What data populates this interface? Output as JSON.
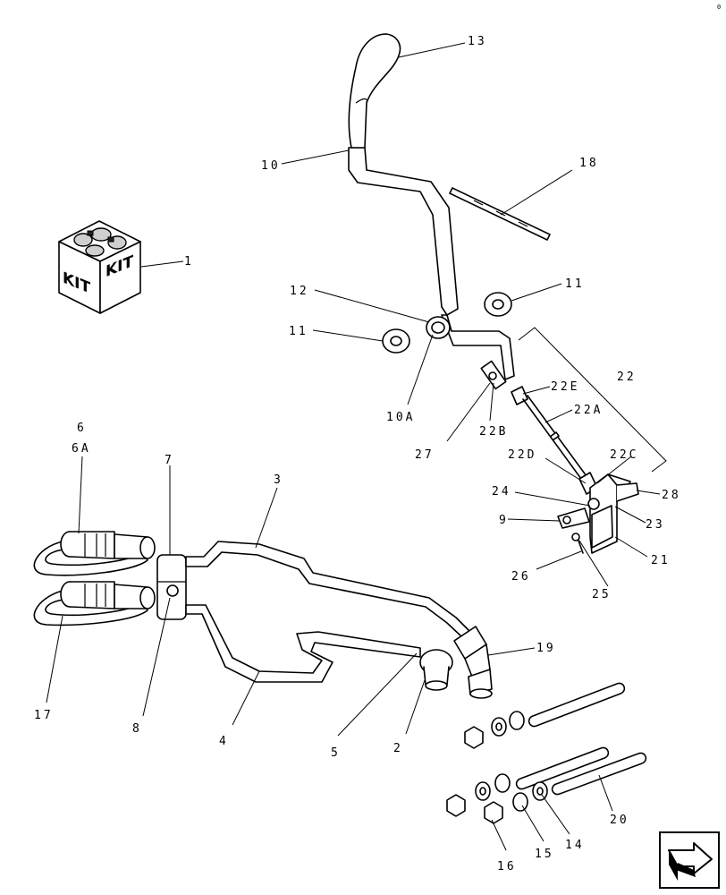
{
  "corner_mark": "0",
  "kit_box": {
    "label_left": "KIT",
    "label_right": "KIT"
  },
  "callouts": {
    "c1": "1",
    "c2": "2",
    "c3": "3",
    "c4": "4",
    "c5": "5",
    "c6": "6",
    "c6a": "6A",
    "c7": "7",
    "c8": "8",
    "c9": "9",
    "c10": "10",
    "c10a": "10A",
    "c11a": "11",
    "c11b": "11",
    "c12": "12",
    "c13": "13",
    "c14": "14",
    "c15": "15",
    "c16": "16",
    "c17": "17",
    "c18": "18",
    "c19": "19",
    "c20": "20",
    "c21": "21",
    "c22": "22",
    "c22a": "22A",
    "c22b": "22B",
    "c22c": "22C",
    "c22d": "22D",
    "c22e": "22E",
    "c23": "23",
    "c24": "24",
    "c25": "25",
    "c26": "26",
    "c27": "27",
    "c28": "28"
  },
  "nav_icon": "next-page-arrow-icon"
}
